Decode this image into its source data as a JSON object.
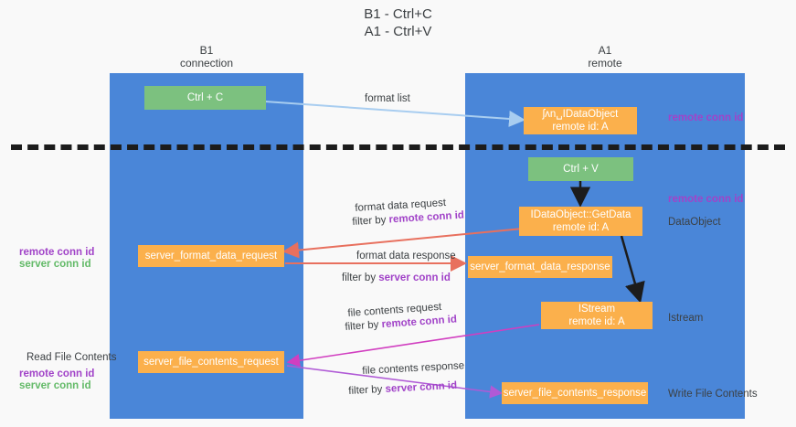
{
  "title": {
    "line1": "B1 - Ctrl+C",
    "line2": "A1 - Ctrl+V"
  },
  "lanes": [
    {
      "name": "B1",
      "sub": "connection"
    },
    {
      "name": "A1",
      "sub": "remote"
    }
  ],
  "nodes": {
    "ctrl_c": {
      "line1": "Ctrl + C"
    },
    "ctrl_v": {
      "line1": "Ctrl + V"
    },
    "idataobject_remote": {
      "line1": "ʃʌn␣IDataObject",
      "line2": "remote id: A"
    },
    "getdata": {
      "line1": "IDataObject::GetData",
      "line2": "remote id: A"
    },
    "istream": {
      "line1": "IStream",
      "line2": "remote id: A"
    },
    "server_format_data_request": {
      "line1": "server_format_data_request"
    },
    "server_format_data_response": {
      "line1": "server_format_data_response"
    },
    "server_file_contents_request": {
      "line1": "server_file_contents_request"
    },
    "server_file_contents_response": {
      "line1": "server_file_contents_response"
    }
  },
  "edge_labels": {
    "format_list": "format list",
    "format_data_request": "format data request",
    "format_data_request_filter_prefix": "filter by ",
    "format_data_request_filter_key": "remote conn id",
    "format_data_response": "format data response",
    "format_data_response_filter_prefix": "filter by ",
    "format_data_response_filter_key": "server conn id",
    "file_contents_request": "file contents request",
    "file_contents_request_filter_prefix": "filter by ",
    "file_contents_request_filter_key": "remote conn id",
    "file_contents_response": "file contents response",
    "file_contents_response_filter_prefix": "filter by ",
    "file_contents_response_filter_key": "server conn id"
  },
  "annotations": {
    "right_remote_conn_id_top": "remote conn id",
    "right_remote_conn_id_mid": "remote conn id",
    "right_dataobject": "DataObject",
    "right_istream": "Istream",
    "right_write_file_contents": "Write File Contents",
    "left_remote_conn_id": "remote conn id",
    "left_server_conn_id": "server conn id",
    "left_read_file_contents": "Read File Contents",
    "left_bottom_remote_conn_id": "remote conn id",
    "left_bottom_server_conn_id": "server conn id"
  },
  "colors": {
    "lane": "#4a86d8",
    "green_node": "#7cc17f",
    "orange_node": "#fbb04c",
    "purple_text": "#a143c8",
    "green_text": "#63ba68",
    "arrow_blue": "#a8cdf0",
    "arrow_red": "#e8705e",
    "arrow_magenta": "#d13ec0",
    "arrow_purple": "#b05ad6",
    "arrow_black": "#1c1c1c",
    "background": "#f9f9f9"
  }
}
